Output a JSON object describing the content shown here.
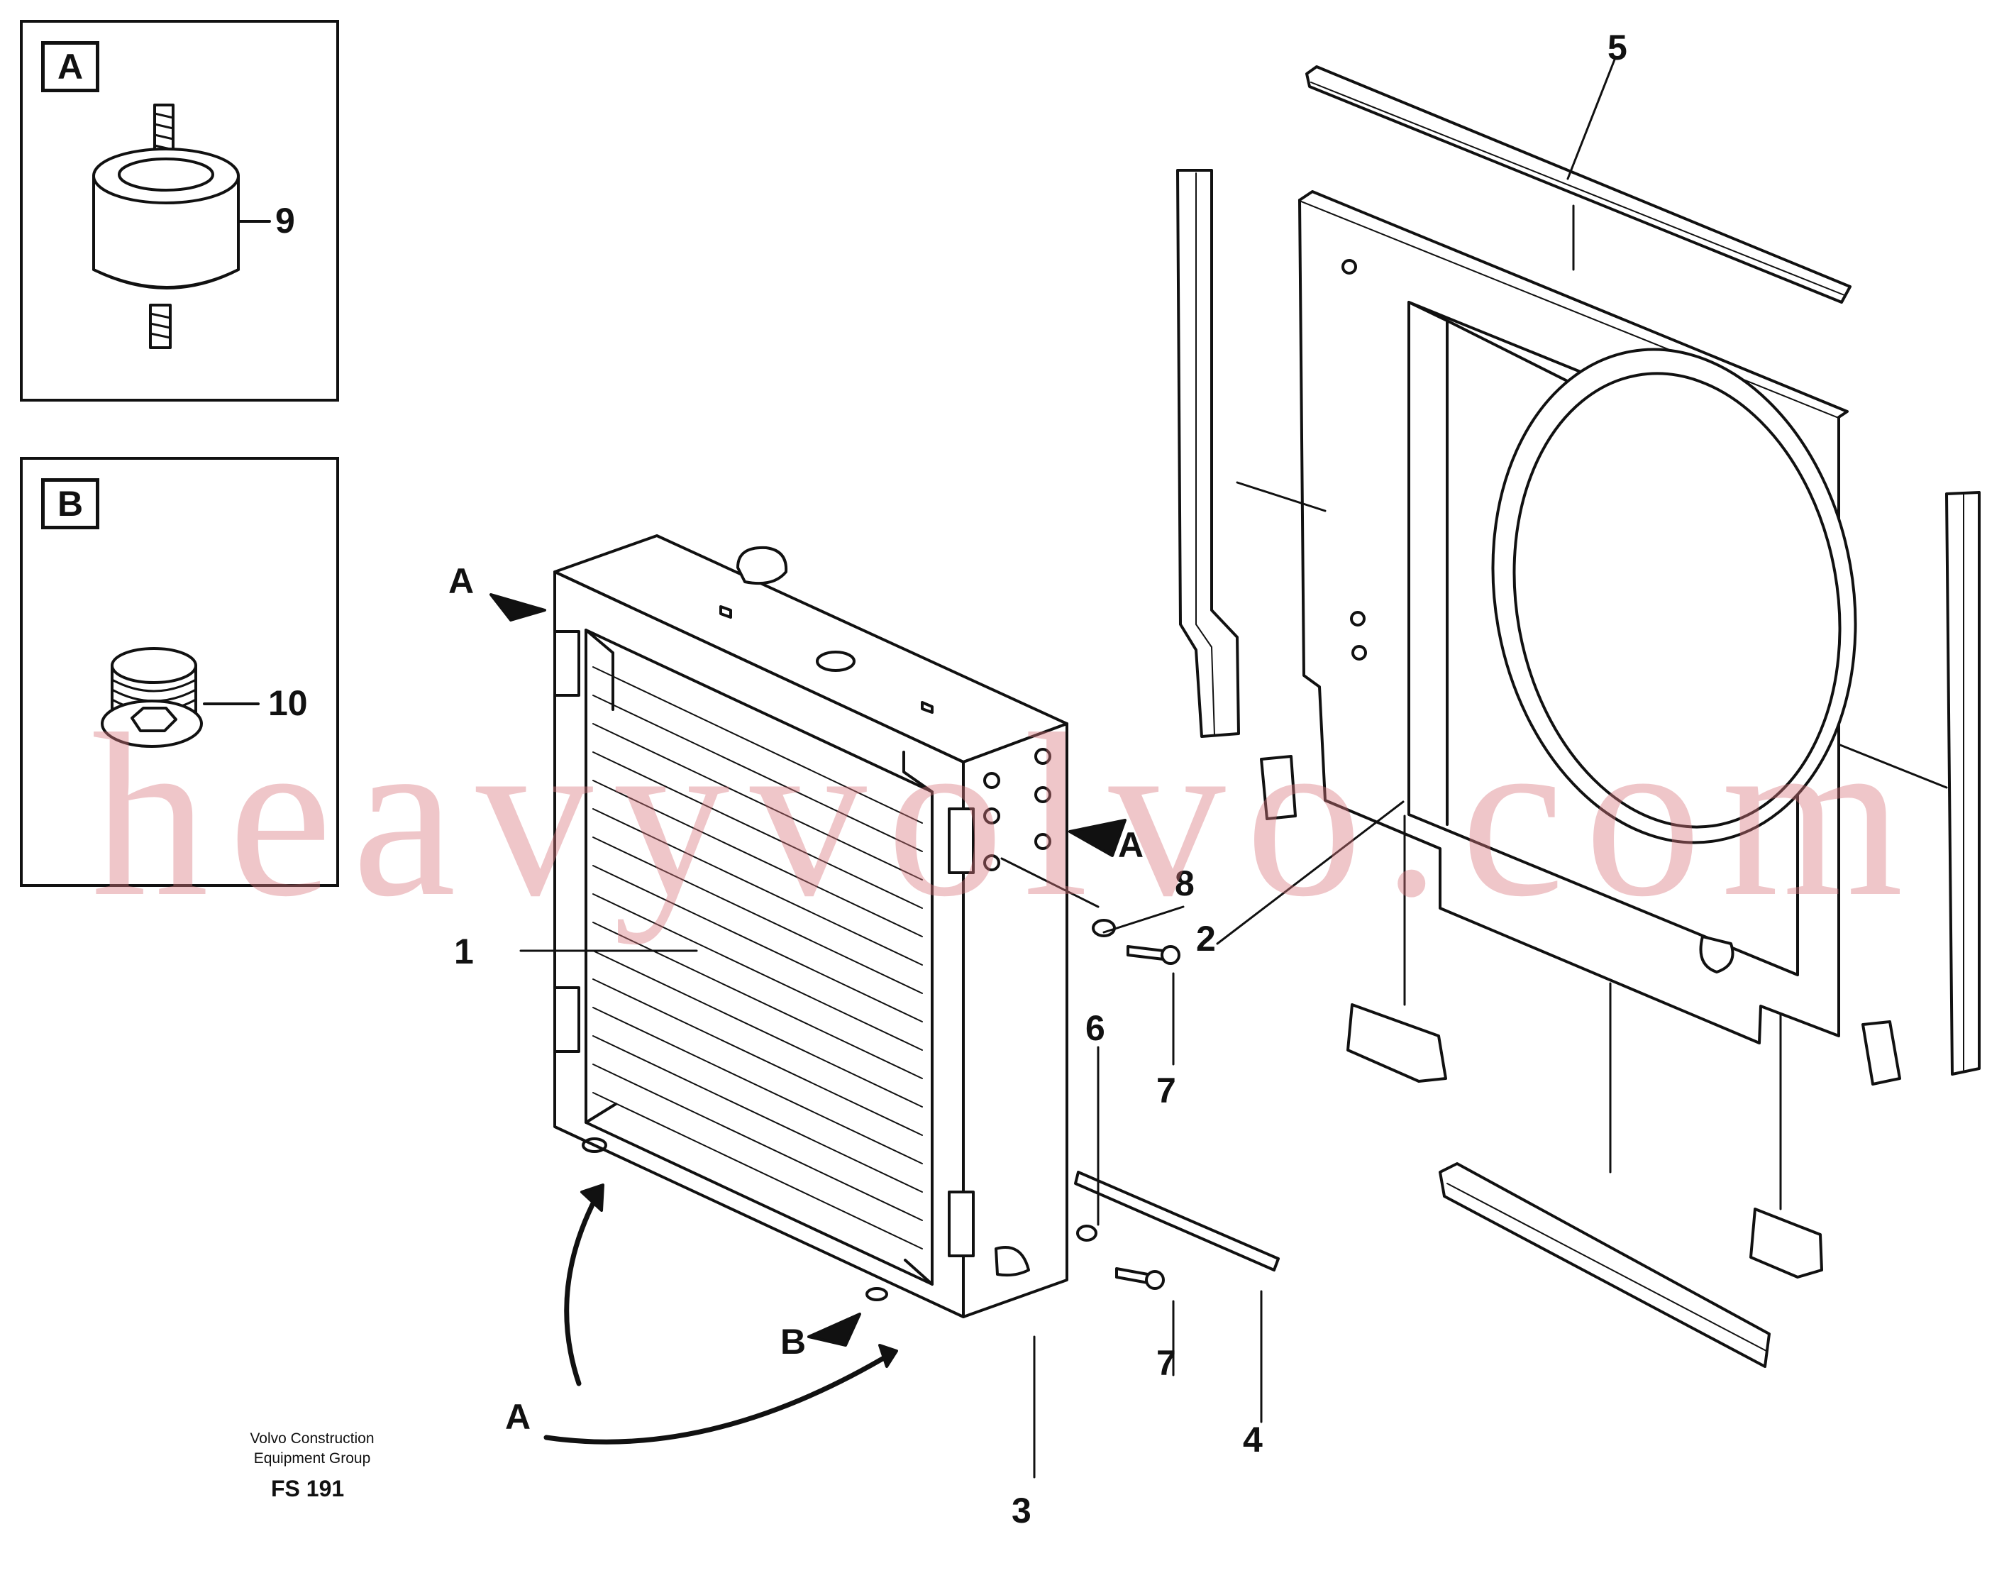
{
  "insets": {
    "a": {
      "tag": "A",
      "part_label": "9"
    },
    "b": {
      "tag": "B",
      "part_label": "10"
    }
  },
  "callouts": {
    "p1": "1",
    "p2": "2",
    "p3": "3",
    "p4": "4",
    "p5": "5",
    "p6": "6",
    "p7_upper": "7",
    "p7_lower": "7",
    "p8": "8",
    "view_a_top": "A",
    "view_a_right": "A",
    "view_a_bottom": "A",
    "view_b": "B"
  },
  "footer": {
    "company_line1": "Volvo Construction",
    "company_line2": "Equipment Group",
    "code": "FS 191"
  },
  "watermark": "heavyvolvo.com",
  "colors": {
    "line": "#111111",
    "watermark": "#da787e"
  }
}
